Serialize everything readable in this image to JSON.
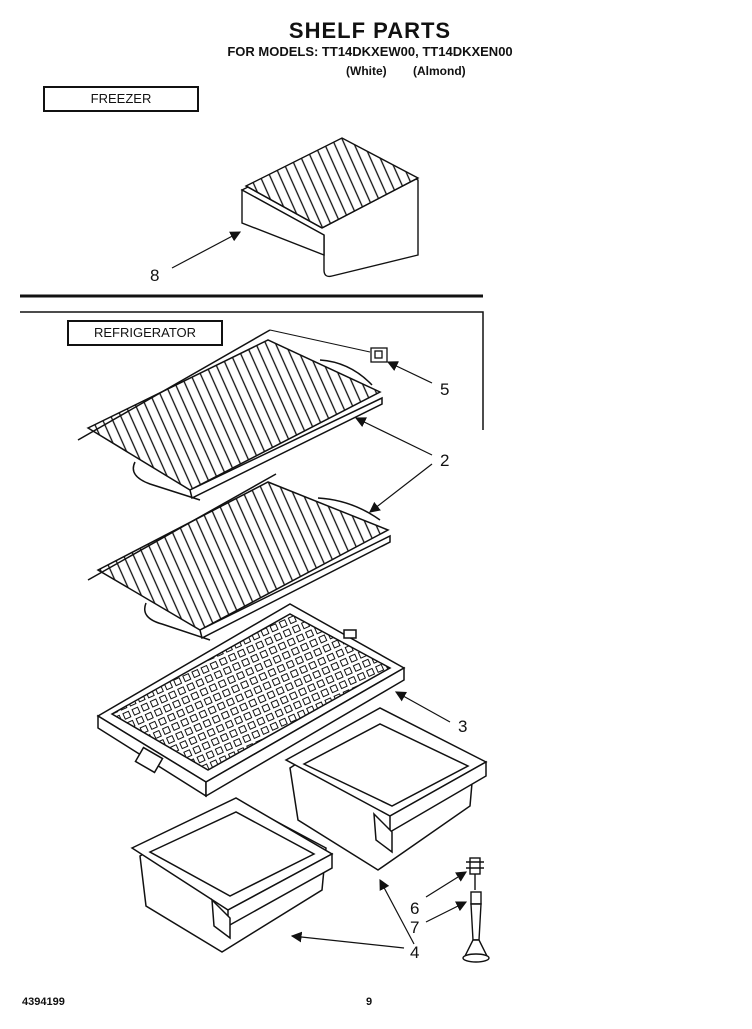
{
  "header": {
    "title": "SHELF PARTS",
    "models": "FOR MODELS: TT14DKXEW00, TT14DKXEN00",
    "variant_white": "(White)",
    "variant_almond": "(Almond)"
  },
  "sections": {
    "freezer": "FREEZER",
    "refrigerator": "REFRIGERATOR"
  },
  "callouts": [
    "8",
    "5",
    "2",
    "3",
    "6",
    "7",
    "4"
  ],
  "footer": {
    "doc_number": "4394199",
    "page_number": "9"
  }
}
